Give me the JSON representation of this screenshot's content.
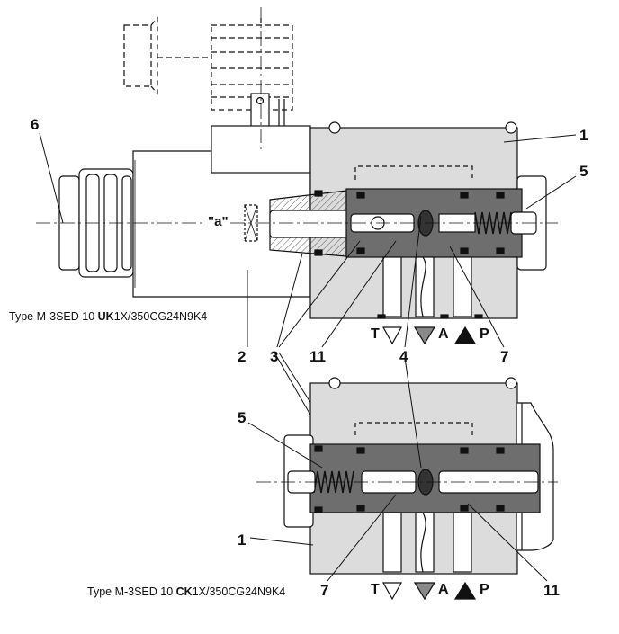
{
  "top_valve": {
    "caption_prefix": "Type M-3SED 10 ",
    "caption_bold": "UK",
    "caption_suffix": "1X/350CG24N9K4",
    "solenoid_label": "\"a\"",
    "ports": {
      "t": "T",
      "a": "A",
      "p": "P"
    },
    "callouts": {
      "n1": "1",
      "n2": "2",
      "n3": "3",
      "n4": "4",
      "n5": "5",
      "n6": "6",
      "n7": "7",
      "n11": "11"
    }
  },
  "bottom_valve": {
    "caption_prefix": "Type M-3SED 10 ",
    "caption_bold": "CK",
    "caption_suffix": "1X/350CG24N9K4",
    "ports": {
      "t": "T",
      "a": "A",
      "p": "P"
    },
    "callouts": {
      "n1": "1",
      "n3": "3",
      "n4": "4",
      "n5": "5",
      "n7": "7",
      "n11": "11"
    }
  },
  "colors": {
    "body": "#dcdcdc",
    "dark": "#6e6e6e",
    "line": "#111111"
  }
}
